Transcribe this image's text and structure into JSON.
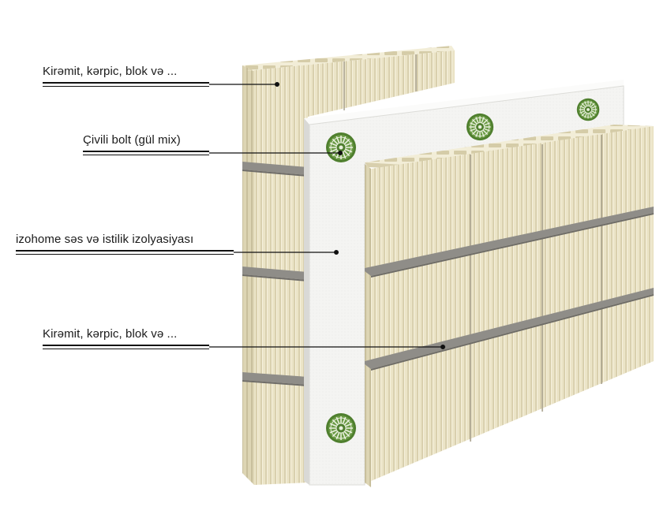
{
  "labels": {
    "outer_wall": "Kirəmit, kərpic, blok və ...",
    "anchor": "Çivili bolt (gül mix)",
    "insulation": "izohome səs və istilik izolyasiyası",
    "inner_wall": "Kirəmit, kərpic, blok və ..."
  },
  "icons": [
    "anchor-rosette-icon"
  ],
  "colors": {
    "brick_face": "#e9e2c4",
    "brick_shadow": "#c9c0a0",
    "brick_top": "#f1ecd6",
    "mortar": "#8f8d88",
    "insulation": "#f3f3f1",
    "anchor": "#4f7f2e",
    "leader_line": "#111111"
  }
}
